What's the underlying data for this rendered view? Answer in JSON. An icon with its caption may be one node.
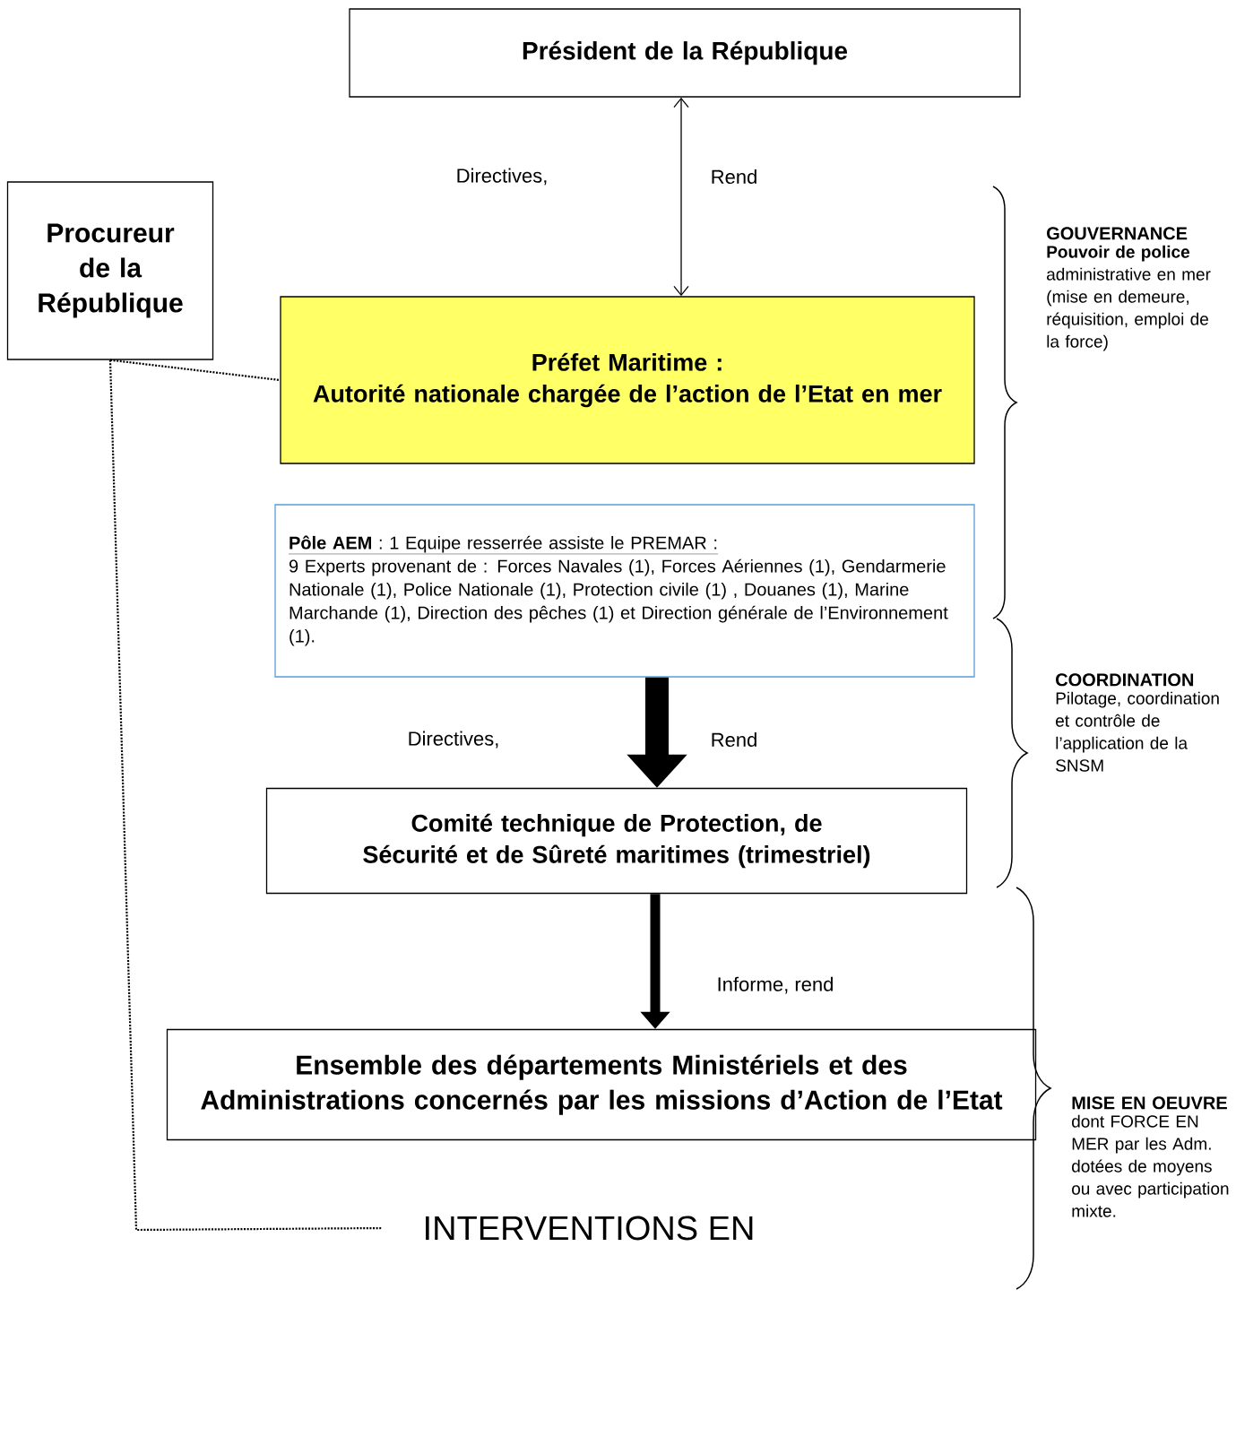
{
  "diagram": {
    "nodes": [
      {
        "text": [
          "Président de la République"
        ]
      },
      {
        "text": [
          "Procureur de la République"
        ]
      },
      {
        "text": [
          "Préfet Maritime :",
          "Autorité nationale chargée de l’action de l’Etat en mer"
        ]
      },
      {
        "text": [
          "**Pôle AEM** : 1 Equipe resserrée assiste le PREMAR :",
          "9 Experts provenant de : Forces Navales (1), Forces Aériennes (1), Gendarmerie Nationale (1), Police Nationale (1), Protection civile (1) , Douanes (1), Marine Marchande (1), Direction des pêches (1) et Direction générale de l’Environnement (1)."
        ]
      },
      {
        "text": [
          "Comité technique de Protection, de Sécurité et de Sûreté maritimes (trimestriel)"
        ]
      },
      {
        "text": [
          "Ensemble des départements Ministériels et des Administrations concernés par les missions d’Action de l’Etat"
        ]
      },
      {
        "text": [
          "INTERVENTIONS EN"
        ]
      }
    ],
    "edges": [
      {
        "from": 0,
        "to": 2,
        "arrow": "both"
      },
      {
        "from": 3,
        "to": 4,
        "arrow": "to",
        "style": "thick"
      },
      {
        "from": 4,
        "to": 5,
        "arrow": "to",
        "style": "thick"
      },
      {
        "from": 1,
        "to": 2,
        "arrow": "none",
        "style": "dashed"
      },
      {
        "from": 1,
        "to": 6,
        "arrow": "none",
        "style": "dashed"
      }
    ],
    "labels": [
      "Directives,",
      "Rend",
      "Directives,",
      "Rend",
      "Informe, rend",
      "GOUVERNANCE",
      "**Pouvoir de police** administrative en mer (mise en demeure, réquisition, emploi de la force)",
      "COORDINATION",
      "Pilotage, coordination et contrôle de l’application de la SNSM",
      "MISE EN OEUVRE",
      "dont FORCE EN MER par les Adm. dotées de moyens ou avec participation mixte."
    ]
  }
}
